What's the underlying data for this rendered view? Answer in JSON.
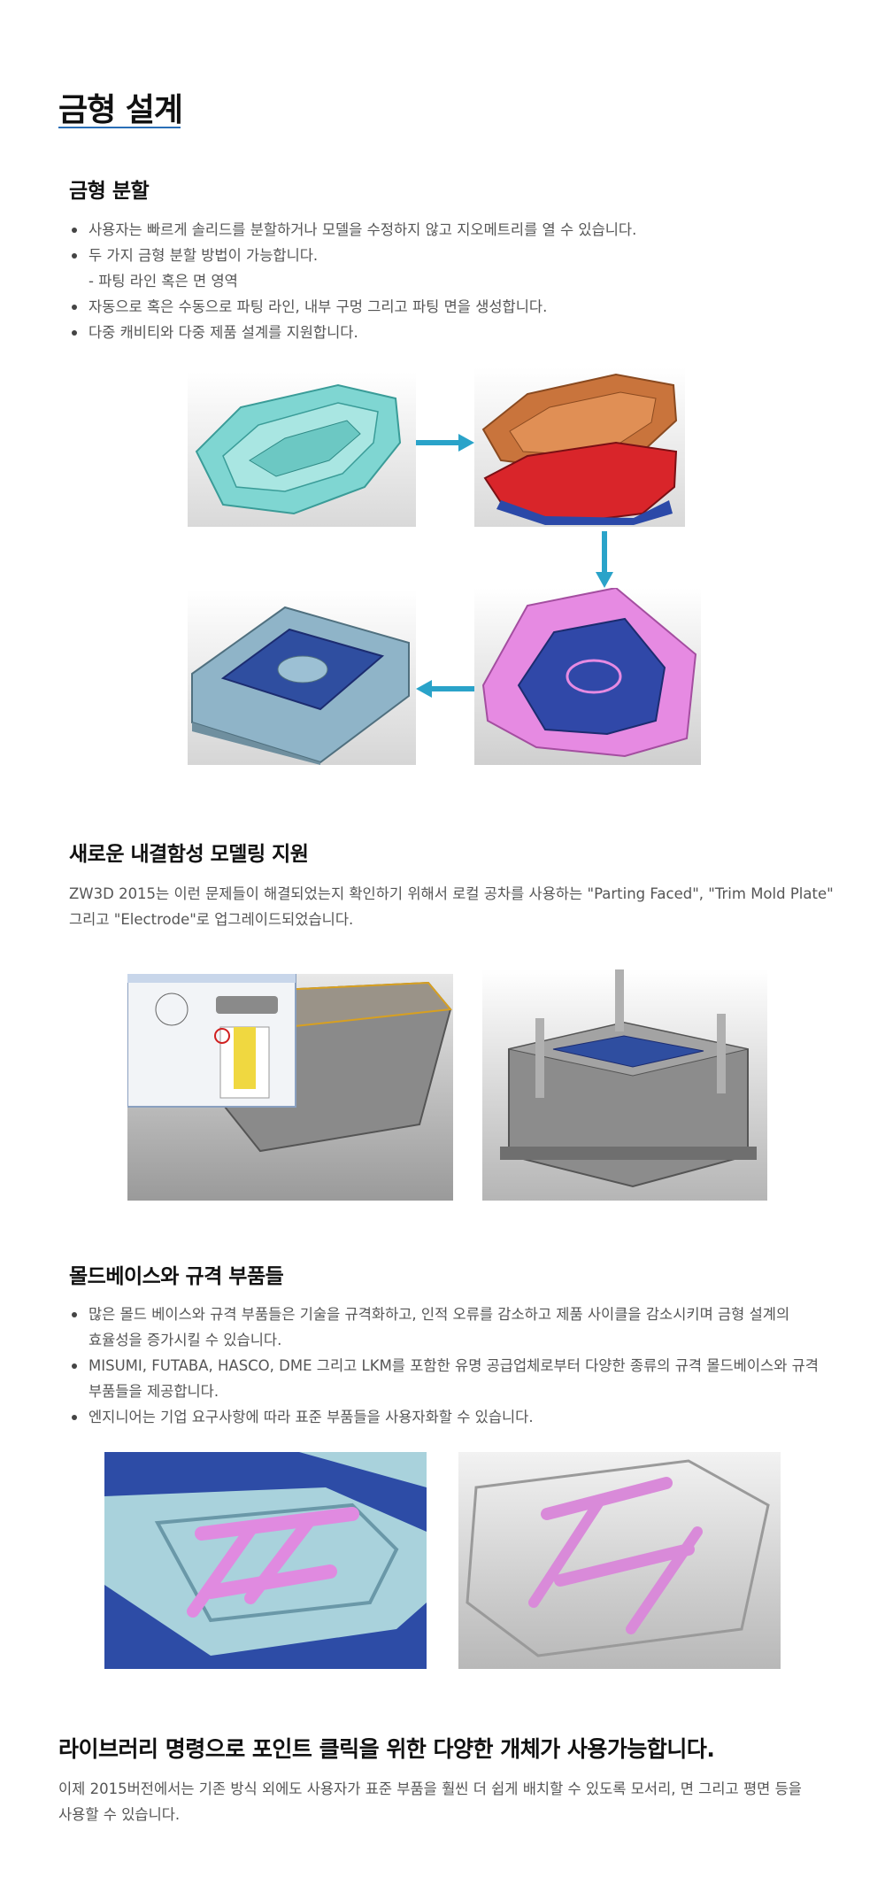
{
  "page": {
    "title": "금형 설계"
  },
  "sections": [
    {
      "heading": "금형 분할",
      "bullets": [
        "사용자는 빠르게 솔리드를 분할하거나 모델을 수정하지 않고 지오메트리를 열 수 있습니다.",
        "두 가지 금형 분할 방법이 가능합니다.",
        "- 파팅 라인 혹은 면 영역",
        "자동으로 혹은 수동으로 파팅 라인, 내부 구멍 그리고 파팅 면을 생성합니다.",
        "다중 캐비티와 다중 제품 설계를 지원합니다."
      ]
    },
    {
      "heading": "새로운 내결함성 모델링 지원",
      "paragraph_lines": [
        "ZW3D 2015는 이런 문제들이 해결되었는지 확인하기 위해서 로컬 공차를 사용하는 \"Parting Faced\", \"Trim Mold Plate\"",
        "그리고 \"Electrode\"로 업그레이드되었습니다."
      ]
    },
    {
      "heading": "몰드베이스와 규격 부품들",
      "bullets": [
        "많은 몰드 베이스와 규격 부품들은 기술을 규격화하고, 인적 오류를 감소하고 제품 사이클을 감소시키며 금형 설계의",
        "효율성을 증가시킬 수 있습니다.",
        "MISUMI, FUTABA, HASCO, DME 그리고 LKM를 포함한 유명 공급업체로부터 다양한 종류의 규격 몰드베이스와 규격",
        "부품들을 제공합니다.",
        "엔지니어는 기업 요구사항에 따라 표준 부품들을 사용자화할 수 있습니다."
      ]
    },
    {
      "heading": "라이브러리 명령으로 포인트 클릭을 위한 다양한 개체가 사용가능합니다.",
      "paragraph_lines": [
        "이제 2015버전에서는 기존 방식 외에도 사용자가 표준 부품을 훨씬 더 쉽게 배치할 수 있도록 모서리, 면 그리고 평면 등을",
        "사용할 수 있습니다."
      ]
    }
  ],
  "colors": {
    "accent": "#2a6fb7",
    "arrow": "#2aa3c9"
  },
  "icons": [
    "arrow-right-icon",
    "arrow-down-icon",
    "arrow-left-icon"
  ]
}
